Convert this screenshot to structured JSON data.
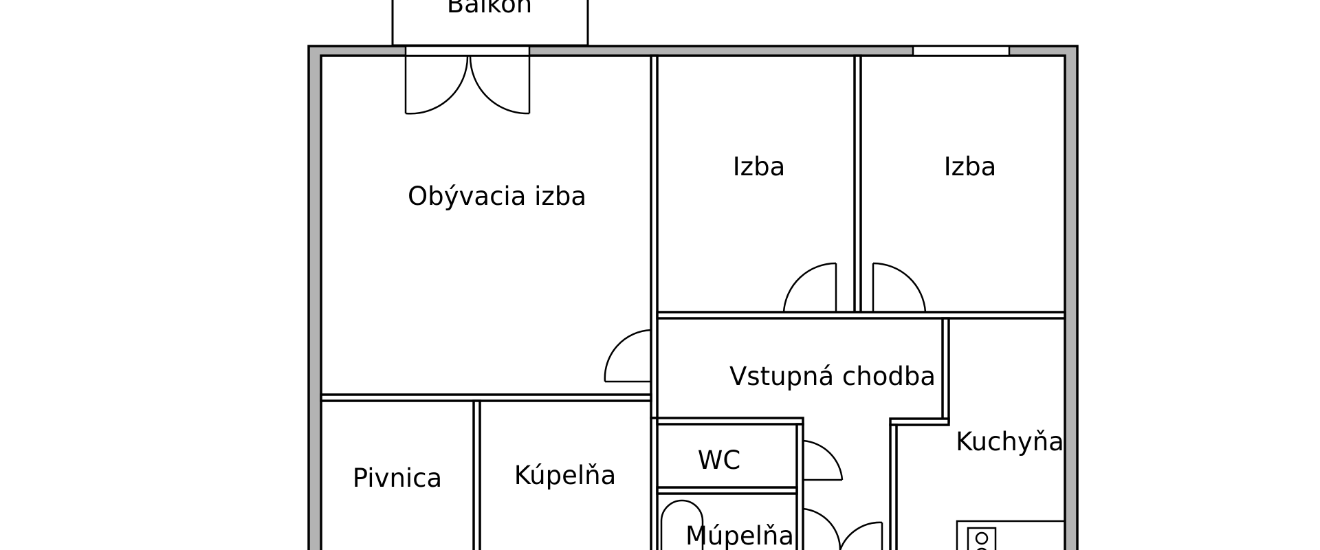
{
  "rooms": {
    "balcony": "Balkón",
    "living_room": "Obývacia izba",
    "bedroom_1": "Izba",
    "bedroom_2": "Izba",
    "hallway": "Vstupná chodba",
    "kitchen": "Kuchyňa",
    "wc": "WC",
    "cellar": "Pivnica",
    "bathroom": "Kúpelňa",
    "small_bathroom": "Múpelňa"
  },
  "colors": {
    "wall_fill": "#b3b3b3",
    "line": "#000000",
    "background": "#ffffff"
  }
}
